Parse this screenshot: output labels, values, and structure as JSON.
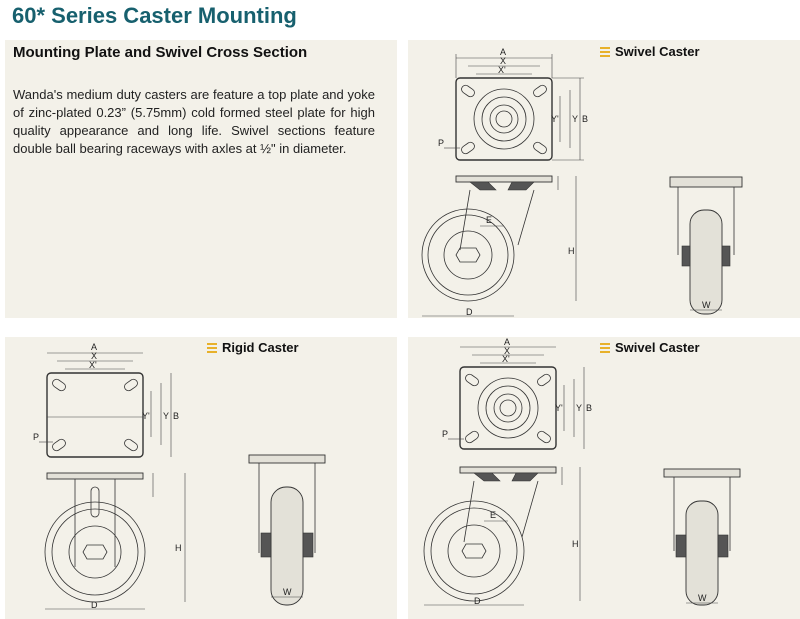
{
  "page_title": "60* Series Caster Mounting",
  "text_panel": {
    "heading": "Mounting Plate and Swivel Cross Section",
    "body": "Wanda's medium duty casters are feature a top plate and yoke of zinc-plated 0.23” (5.75mm) cold formed steel plate for high quality appearance and long life. Swivel sections feature double ball bearing raceways with axles at ½\" in diameter."
  },
  "captions": {
    "swivel_top": "Swivel Caster",
    "rigid": "Rigid Caster",
    "swivel_bottom": "Swivel Caster"
  },
  "dimension_labels": {
    "A": "A",
    "X": "X",
    "X_prime": "X'",
    "B": "B",
    "Y": "Y",
    "Y_prime": "Y'",
    "P": "P",
    "H": "H",
    "D": "D",
    "E": "E",
    "W": "W"
  },
  "colors": {
    "title": "#17606e",
    "panel_bg": "#f3f1e9",
    "caption_icon": "#e8b12a"
  }
}
